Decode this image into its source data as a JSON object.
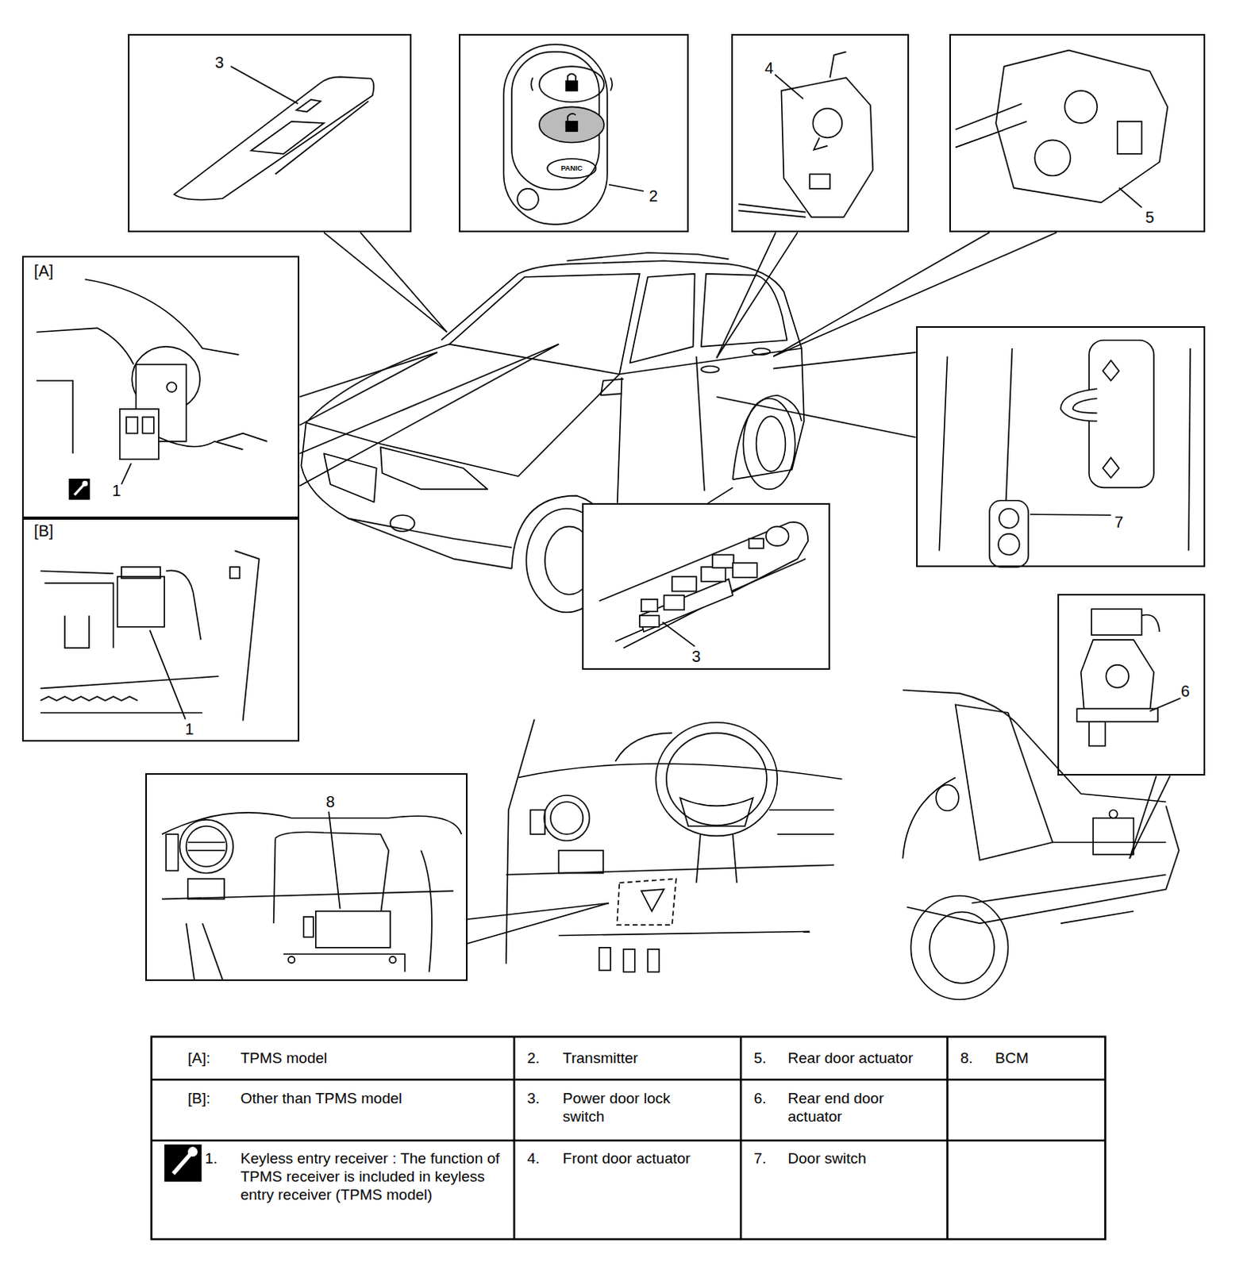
{
  "diagram": {
    "nodes": [
      {
        "text": [
          "3"
        ]
      },
      {
        "text": [
          "2"
        ]
      },
      {
        "text": [
          "4"
        ]
      },
      {
        "text": [
          "5"
        ]
      },
      {
        "text": [
          "[A]",
          "1"
        ]
      },
      {
        "text": [
          "[B]",
          "1"
        ]
      },
      {
        "text": [
          "7"
        ]
      },
      {
        "text": [
          "3"
        ]
      },
      {
        "text": [
          "6"
        ]
      },
      {
        "text": [
          "8"
        ]
      }
    ],
    "labels": [
      "PANIC",
      "[A]:",
      "TPMS model",
      "2.",
      "Transmitter",
      "5.",
      "Rear door actuator",
      "8.",
      "BCM",
      "[B]:",
      "Other than TPMS model",
      "3.",
      "Power door lock switch",
      "6.",
      "Rear end door actuator",
      "1.",
      "Keyless entry receiver : The function of TPMS receiver is included in keyless entry receiver (TPMS model)",
      "4.",
      "Front door actuator",
      "7.",
      "Door switch"
    ]
  }
}
